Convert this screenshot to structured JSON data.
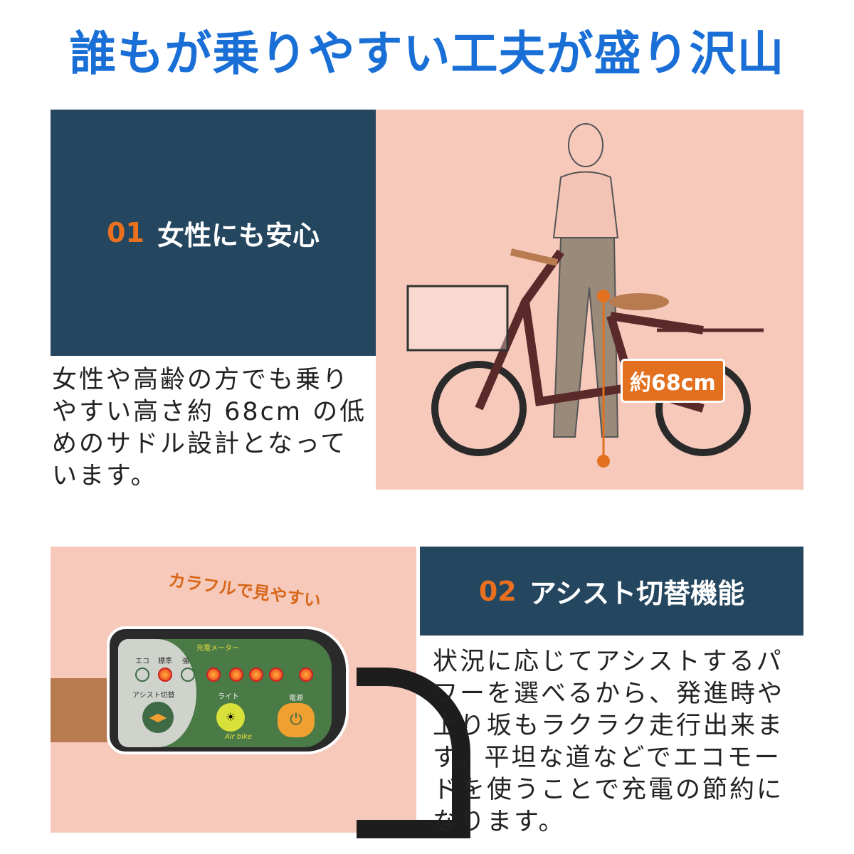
{
  "title": "誰もが乗りやすい工夫が盛り沢山",
  "section1": {
    "number": "01",
    "heading": "女性にも安心",
    "measure": "約68cm",
    "description": "女性や高齢の方でも乗りやすい高さ約 68cm の低めのサドル設計となっています。"
  },
  "section2": {
    "number": "02",
    "heading": "アシスト切替機能",
    "callout": "カラフルで見やすい",
    "description": "状況に応じてアシストするパワーを選べるから、発進時や上り坂もラクラク走行出来ます。平坦な道などでエコモードを使うことで充電の節約になります。",
    "panel": {
      "mode_eco": "エコ",
      "mode_std": "標準",
      "mode_strong": "強",
      "meter": "充電メーター",
      "assist": "アシスト切替",
      "light": "ライト",
      "power": "電源",
      "brand": "Air bike"
    }
  },
  "colors": {
    "title": "#1a6fd6",
    "navy": "#25465f",
    "accent": "#e8701e",
    "pink": "#f6c9bb"
  }
}
